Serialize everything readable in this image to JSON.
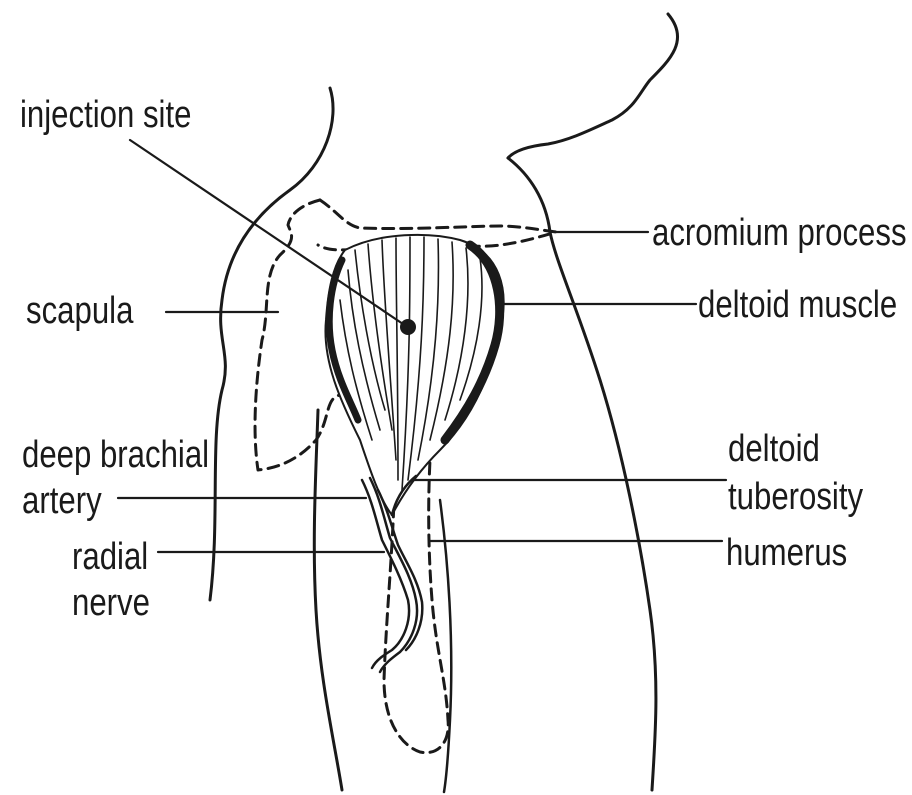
{
  "labels": {
    "injection_site": "injection site",
    "acromium_process": "acromium process",
    "scapula": "scapula",
    "deltoid_muscle": "deltoid muscle",
    "deep_brachial_artery_line1": "deep brachial",
    "deep_brachial_artery_line2": "artery",
    "deltoid_tuberosity_line1": "deltoid",
    "deltoid_tuberosity_line2": "tuberosity",
    "radial_nerve_line1": "radial",
    "radial_nerve_line2": "nerve",
    "humerus": "humerus"
  },
  "colors": {
    "ink": "#1a1a1a",
    "background": "#ffffff"
  }
}
